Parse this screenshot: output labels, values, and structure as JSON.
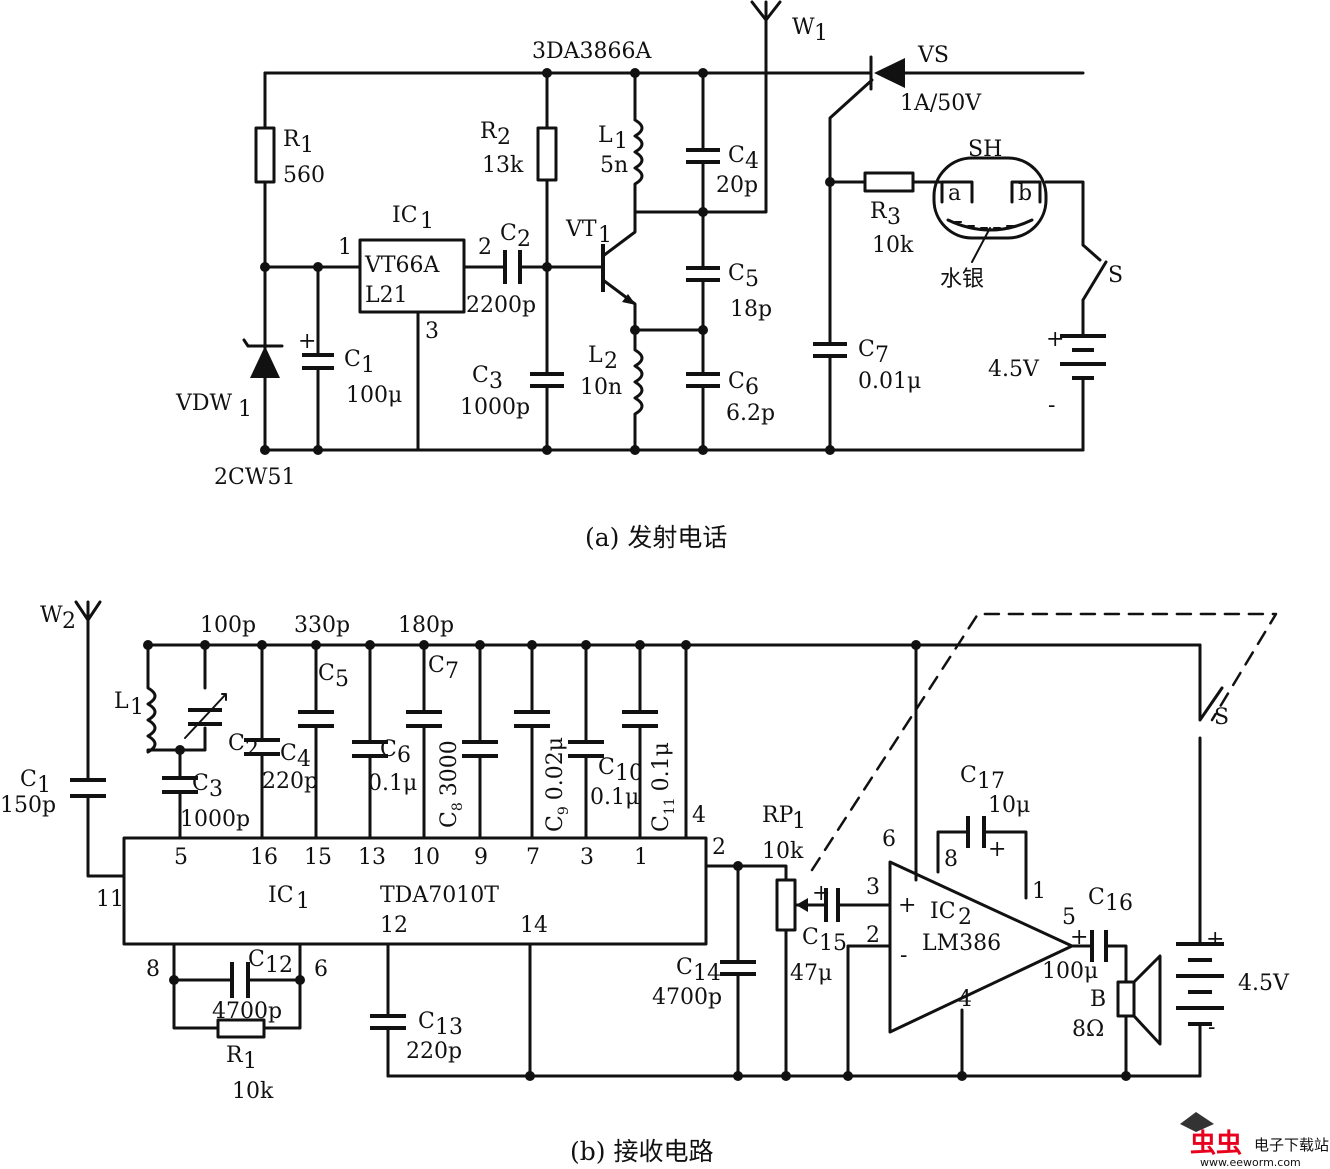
{
  "captions": {
    "transmitter": "(a) 发射电话",
    "receiver": "(b) 接收电路"
  },
  "transmitter": {
    "antenna": "W",
    "antenna_sub": "1",
    "transistor_part": "3DA3866A",
    "vs": "VS",
    "vs_rating": "1A/50V",
    "r1": "R",
    "r1_sub": "1",
    "r1_value": "560",
    "r2": "R",
    "r2_sub": "2",
    "r2_value": "13k",
    "r3": "R",
    "r3_sub": "3",
    "r3_value": "10k",
    "ic1": "IC",
    "ic1_sub": "1",
    "ic1_line1": "VT66A",
    "ic1_line2": "L21",
    "ic1_pin1": "1",
    "ic1_pin2": "2",
    "ic1_pin3": "3",
    "c1": "C",
    "c1_sub": "1",
    "c1_value": "100μ",
    "c2": "C",
    "c2_sub": "2",
    "c2_value": "2200p",
    "c3": "C",
    "c3_sub": "3",
    "c3_value": "1000p",
    "c4": "C",
    "c4_sub": "4",
    "c4_value": "20p",
    "c5": "C",
    "c5_sub": "5",
    "c5_value": "18p",
    "c6": "C",
    "c6_sub": "6",
    "c6_value": "6.2p",
    "c7": "C",
    "c7_sub": "7",
    "c7_value": "0.01μ",
    "l1": "L",
    "l1_sub": "1",
    "l1_value": "5n",
    "l2": "L",
    "l2_sub": "2",
    "l2_value": "10n",
    "vt1": "VT",
    "vt1_sub": "1",
    "vdw1": "VDW",
    "vdw1_sub": "1",
    "vdw1_part": "2CW51",
    "sh": "SH",
    "sh_a": "a",
    "sh_b": "b",
    "mercury": "水银",
    "switch": "S",
    "battery": "4.5V",
    "plus": "+",
    "minus": "-"
  },
  "receiver": {
    "antenna": "W",
    "antenna_sub": "2",
    "c1": "C",
    "c1_sub": "1",
    "c1_value": "150p",
    "l1": "L",
    "l1_sub": "1",
    "c2": "C",
    "c2_sub": "2",
    "c2_value": "100p",
    "c3": "C",
    "c3_sub": "3",
    "c3_value": "1000p",
    "c4": "C",
    "c4_sub": "4",
    "c4_value": "220p",
    "c5": "C",
    "c5_sub": "5",
    "c5_value": "330p",
    "c6": "C",
    "c6_sub": "6",
    "c6_value": "0.1μ",
    "c7": "C",
    "c7_sub": "7",
    "c7_value": "180p",
    "c8": "C",
    "c8_sub": "8",
    "c8_value": "3000",
    "c9": "C",
    "c9_sub": "9",
    "c9_value": "0.02μ",
    "c10": "C",
    "c10_sub": "10",
    "c10_value": "0.1μ",
    "c11": "C",
    "c11_sub": "11",
    "c11_value": "0.1μ",
    "c12": "C",
    "c12_sub": "12",
    "c12_value": "4700p",
    "c13": "C",
    "c13_sub": "13",
    "c13_value": "220p",
    "c14": "C",
    "c14_sub": "14",
    "c14_value": "4700p",
    "c15": "C",
    "c15_sub": "15",
    "c15_value": "47μ",
    "c16": "C",
    "c16_sub": "16",
    "c16_value": "100μ",
    "c17": "C",
    "c17_sub": "17",
    "c17_value": "10μ",
    "r1": "R",
    "r1_sub": "1",
    "r1_value": "10k",
    "rp1": "RP",
    "rp1_sub": "1",
    "rp1_value": "10k",
    "ic1": "IC",
    "ic1_sub": "1",
    "ic1_part": "TDA7010T",
    "ic1_top_pins": [
      "5",
      "16",
      "15",
      "13",
      "10",
      "9",
      "7",
      "3",
      "1"
    ],
    "ic1_pin2": "2",
    "ic1_pin4": "4",
    "ic1_pin6": "6",
    "ic1_pin8": "8",
    "ic1_pin11": "11",
    "ic1_pin12": "12",
    "ic1_pin14": "14",
    "ic2": "IC",
    "ic2_sub": "2",
    "ic2_part": "LM386",
    "ic2_pin1": "1",
    "ic2_pin2": "2",
    "ic2_pin3": "3",
    "ic2_pin4": "4",
    "ic2_pin5": "5",
    "ic2_pin6": "6",
    "ic2_pin8": "8",
    "speaker": "B",
    "speaker_value": "8Ω",
    "switch": "S",
    "battery": "4.5V",
    "plus": "+",
    "minus": "-"
  },
  "watermark": {
    "logo": "虫虫",
    "site": "电子下载站",
    "url": "www.eeworm.com"
  }
}
